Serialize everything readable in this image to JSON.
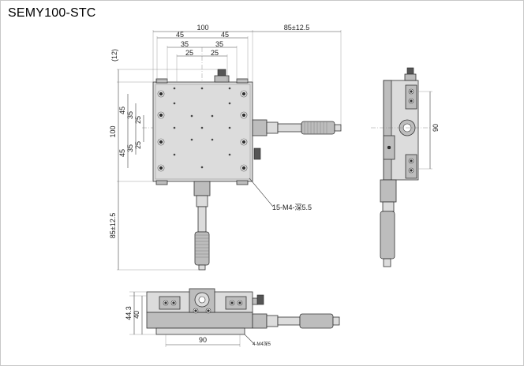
{
  "title": "SEMY100-STC",
  "dimensions": {
    "top_width": "100",
    "top_45_left": "45",
    "top_45_right": "45",
    "top_35_left": "35",
    "top_35_right": "35",
    "top_25_left": "25",
    "top_25_right": "25",
    "micrometer_travel_x": "85±12.5",
    "offset_12": "(12)",
    "left_100": "100",
    "left_45_top": "45",
    "left_35_top": "35",
    "left_25_top": "25",
    "left_25_bottom": "25",
    "left_35_bottom": "35",
    "left_45_bottom": "45",
    "micrometer_travel_y": "85±12.5",
    "side_height_90": "90",
    "front_height_44_3": "44.3",
    "front_height_40": "40",
    "front_width_90": "90"
  },
  "callouts": {
    "tapped_holes_top": "15-M4-深5.5",
    "tapped_holes_bottom": "4-M4深5"
  },
  "colors": {
    "line": "#333333",
    "stage_fill": "#dcdcdc",
    "stage_dark": "#555555"
  }
}
